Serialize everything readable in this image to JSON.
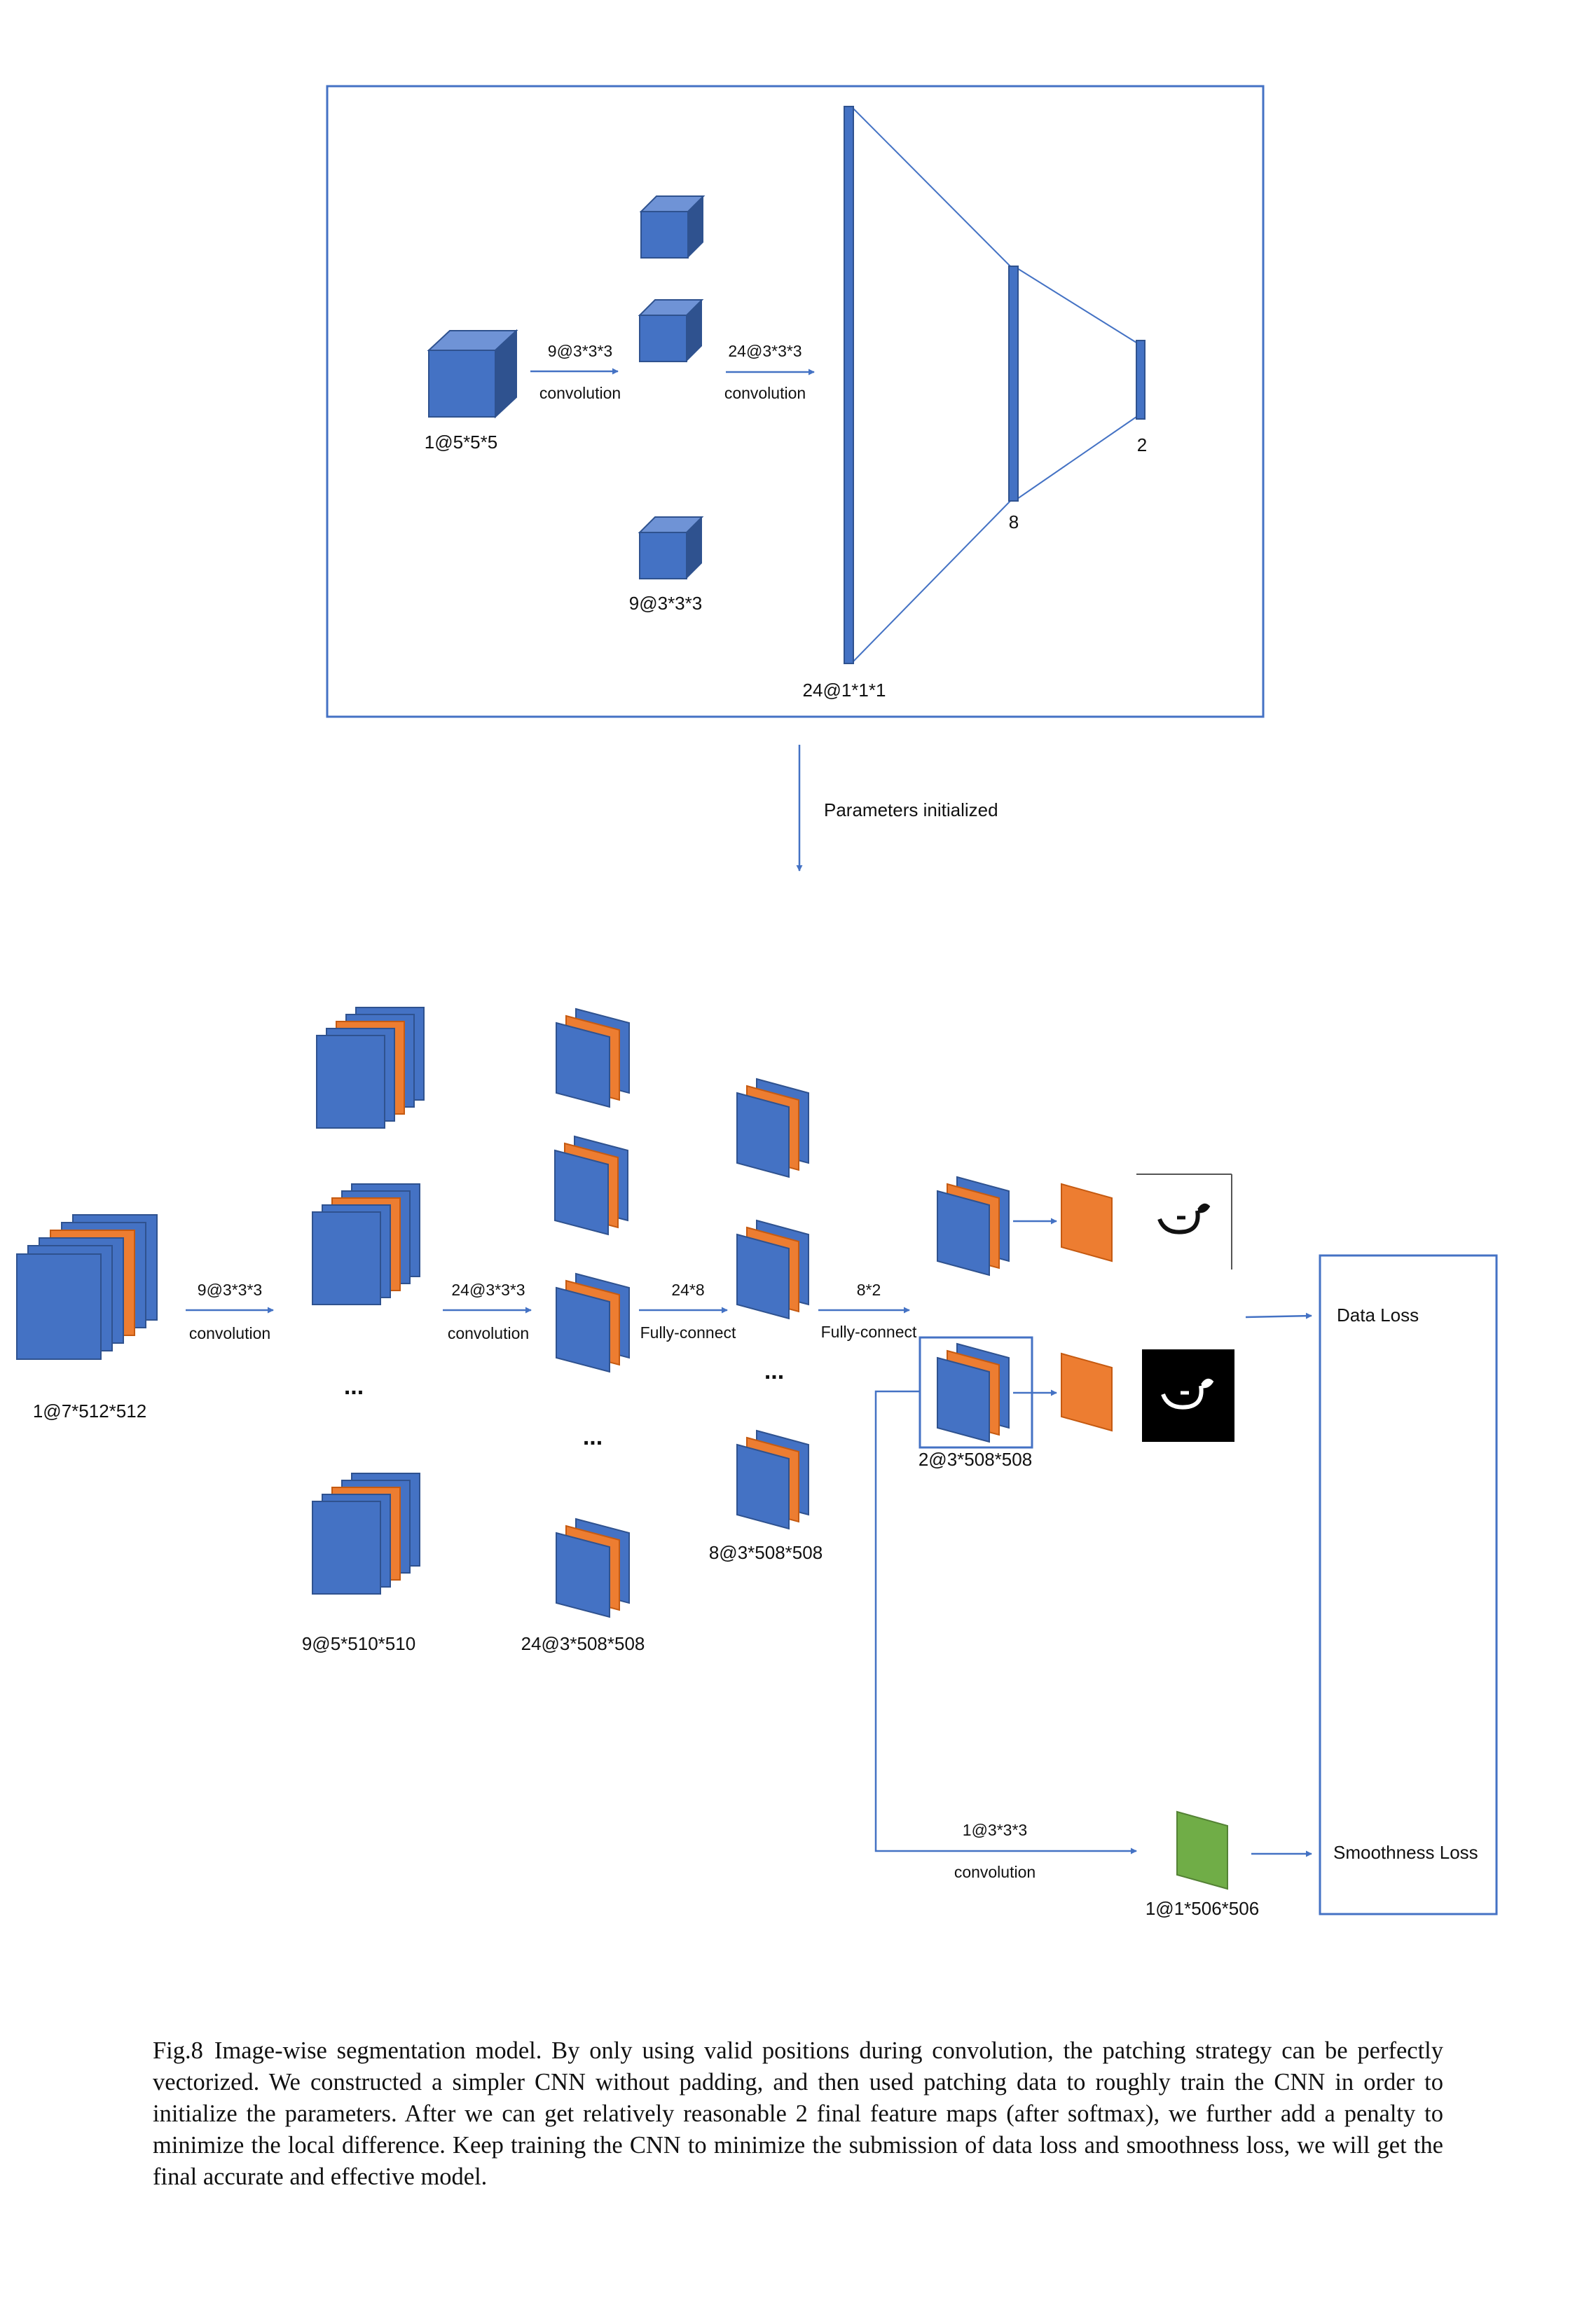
{
  "top_model": {
    "input_label": "1@5*5*5",
    "conv1_op": "9@3*3*3",
    "conv1_type": "convolution",
    "conv2_op": "24@3*3*3",
    "conv2_type": "convolution",
    "mid_label": "9@3*3*3",
    "fc1_label": "24@1*1*1",
    "fc2_label": "8",
    "fc3_label": "2"
  },
  "transfer": {
    "label": "Parameters initialized"
  },
  "bottom_model": {
    "input_label": "1@7*512*512",
    "conv1_op": "9@3*3*3",
    "conv1_type": "convolution",
    "layer1_label": "9@5*510*510",
    "conv2_op": "24@3*3*3",
    "conv2_type": "convolution",
    "layer2_label": "24@3*508*508",
    "fc1_op": "24*8",
    "fc1_type": "Fully-connect",
    "layer3_label": "8@3*508*508",
    "fc2_op": "8*2",
    "fc2_type": "Fully-connect",
    "output_label": "2@3*508*508",
    "ellipsis": "...",
    "smooth_op": "1@3*3*3",
    "smooth_type": "convolution",
    "smooth_label": "1@1*506*506",
    "data_loss": "Data Loss",
    "smoothness_loss": "Smoothness Loss"
  },
  "colors": {
    "blue": "#4472c4",
    "blue_dark": "#2f528f",
    "orange": "#ed7d31",
    "green": "#70ad47",
    "box_border": "#4472c4"
  },
  "caption": {
    "label": "Fig.8",
    "text": "Image-wise segmentation model. By only using valid positions during convolution, the patching strategy can be perfectly vectorized. We constructed a simpler CNN without padding, and then used patching data to roughly train the CNN in order to initialize the parameters. After we can get relatively reasonable 2 final feature maps (after softmax), we further add a penalty to minimize the local difference. Keep training the CNN to minimize the submission of data loss and smoothness loss, we will get the final accurate and effective model."
  }
}
